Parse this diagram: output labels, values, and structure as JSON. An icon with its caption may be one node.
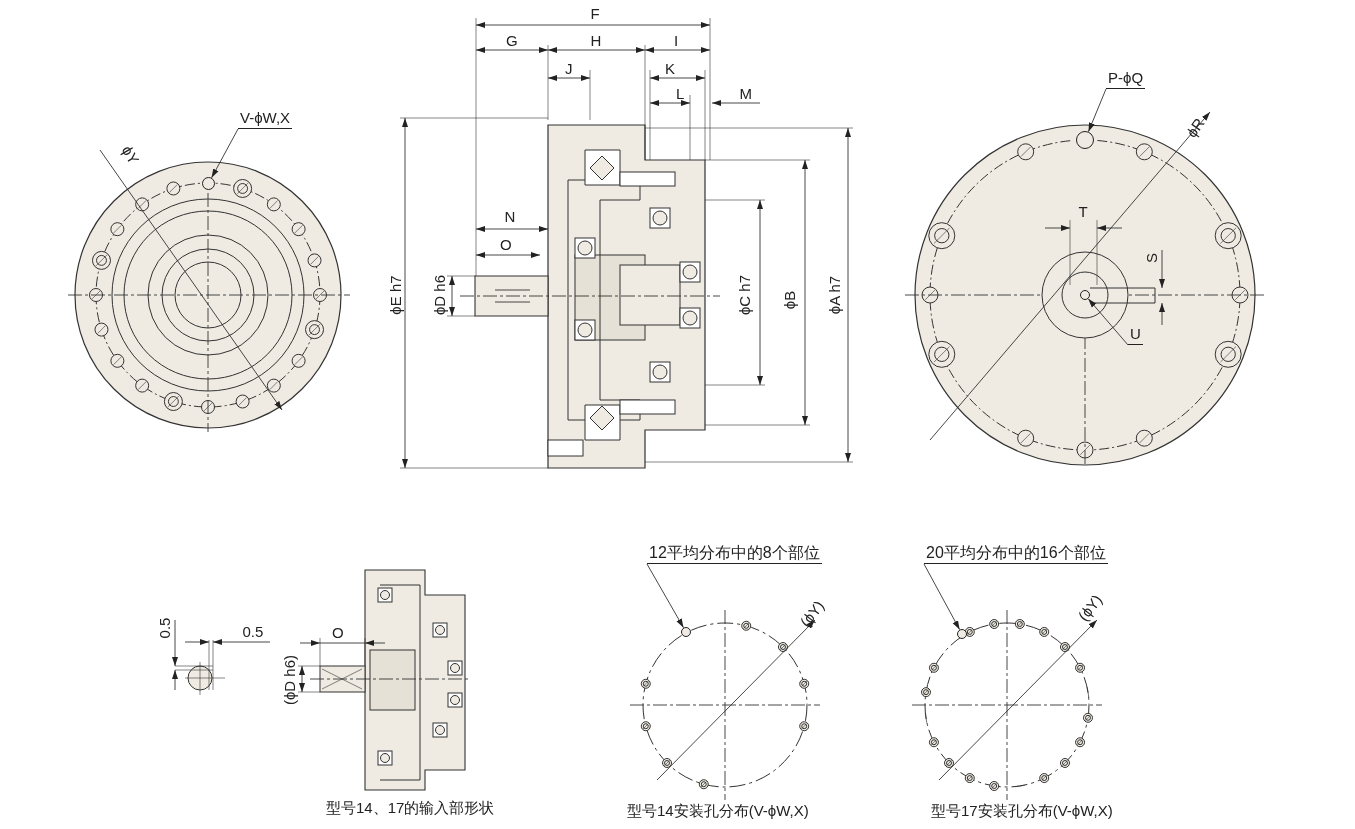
{
  "diagram": {
    "nodes": [
      {
        "text": [
          "V-ϕW,X"
        ]
      },
      {
        "text": [],
        "shape": "circle"
      },
      {
        "text": [
          "P-ϕQ"
        ]
      },
      {
        "text": [],
        "shape": "circle"
      },
      {
        "text": [
          "U"
        ]
      },
      {
        "text": [],
        "shape": "circle"
      },
      {
        "text": [
          "12平均分布中的8个部位"
        ]
      },
      {
        "text": [],
        "shape": "circle"
      },
      {
        "text": [
          "20平均分布中的16个部位"
        ]
      },
      {
        "text": [],
        "shape": "circle"
      }
    ],
    "edges": [
      {
        "from": 0,
        "to": 1,
        "arrow": "to"
      },
      {
        "from": 2,
        "to": 3,
        "arrow": "to"
      },
      {
        "from": 4,
        "to": 5,
        "arrow": "to"
      },
      {
        "from": 6,
        "to": 7,
        "arrow": "to"
      },
      {
        "from": 8,
        "to": 9,
        "arrow": "to"
      }
    ],
    "labels": [
      "F",
      "G",
      "H",
      "I",
      "J",
      "K",
      "L",
      "M",
      "ϕY",
      "N",
      "O",
      "ϕE h7",
      "ϕD h6",
      "ϕC h7",
      "ϕB",
      "ϕA h7",
      "ϕR",
      "T",
      "S",
      "0.5",
      "0.5",
      "O",
      "(ϕD h6)",
      "(ϕY)",
      "(ϕY)",
      "型号14、17的输入部形状",
      "型号14安装孔分布(V-ϕW,X)",
      "型号17安装孔分布(V-ϕW,X)"
    ]
  }
}
